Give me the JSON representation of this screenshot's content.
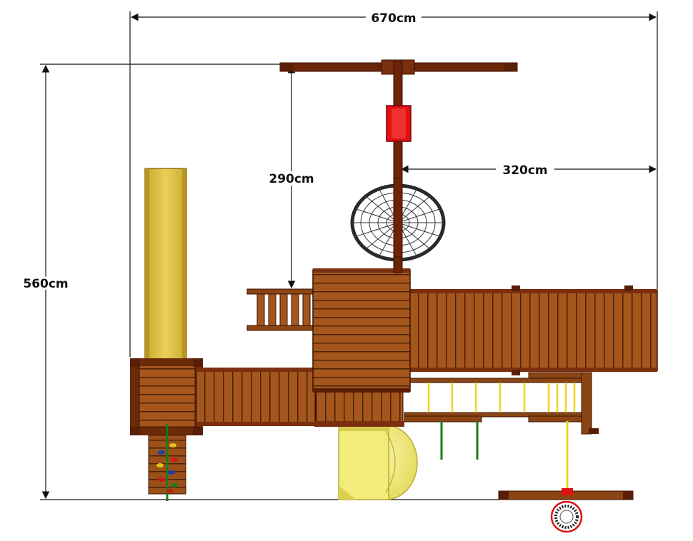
{
  "dimensions": {
    "total_width": "670cm",
    "total_depth": "560cm",
    "swing_beam_depth": "290cm",
    "swing_beam_offset": "320cm"
  },
  "colors": {
    "wood_light": "#A5561C",
    "wood_mid": "#8B4513",
    "wood_dark": "#5C2A0A",
    "beam": "#6B2408",
    "slide": "#E2C84A",
    "tube_slide": "#F2EC7A",
    "swing_seat": "#DD1111",
    "rope": "#F0D21E",
    "net": "#333333",
    "dimension_line": "#111111"
  }
}
